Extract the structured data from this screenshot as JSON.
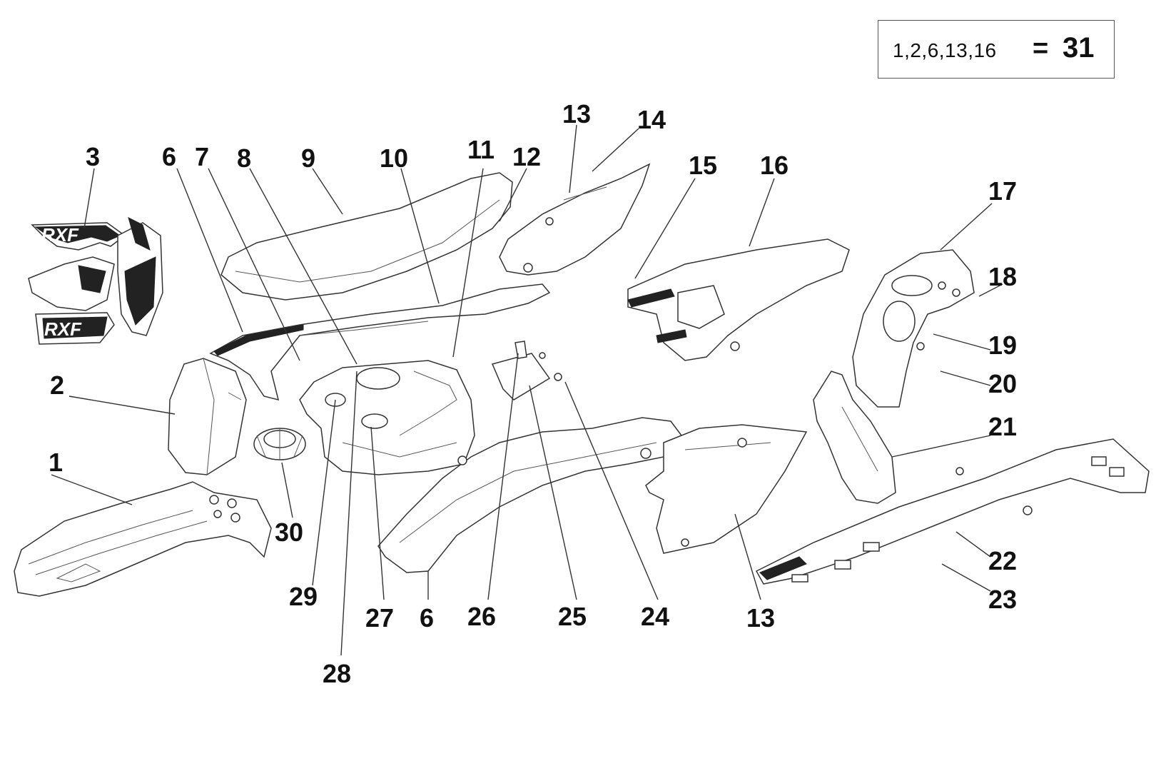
{
  "legend": {
    "parts": "1,2,6,13,16",
    "equals": "=",
    "total": "31"
  },
  "callouts": {
    "c1": "1",
    "c2": "2",
    "c3": "3",
    "c6a": "6",
    "c6b": "6",
    "c7": "7",
    "c8": "8",
    "c9": "9",
    "c10": "10",
    "c11": "11",
    "c12": "12",
    "c13a": "13",
    "c13b": "13",
    "c14": "14",
    "c15": "15",
    "c16": "16",
    "c17": "17",
    "c18": "18",
    "c19": "19",
    "c20": "20",
    "c21": "21",
    "c22": "22",
    "c23": "23",
    "c24": "24",
    "c25": "25",
    "c26": "26",
    "c27": "27",
    "c28": "28",
    "c29": "29",
    "c30": "30"
  },
  "decal_text": "RXF"
}
